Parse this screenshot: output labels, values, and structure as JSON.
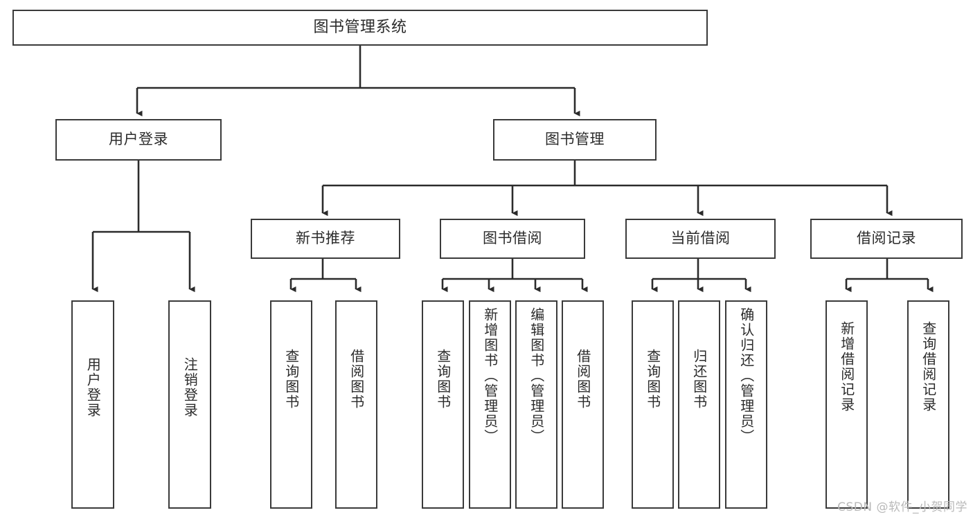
{
  "diagram": {
    "type": "tree-hierarchy",
    "title": "图书管理系统",
    "orientation": "top-down",
    "style": {
      "box_fill": "#ffffff",
      "box_stroke": "#3a3a3a",
      "text_color": "#2b2b2b",
      "connector_color": "#2b2b2b",
      "background": "#ffffff"
    },
    "levels": [
      {
        "level": 0,
        "nodes": [
          {
            "id": "root",
            "label": "图书管理系统",
            "text_direction": "horizontal"
          }
        ]
      },
      {
        "level": 1,
        "nodes": [
          {
            "id": "user-login",
            "label": "用户登录",
            "text_direction": "horizontal",
            "parent": "root"
          },
          {
            "id": "book-manage",
            "label": "图书管理",
            "text_direction": "horizontal",
            "parent": "root"
          }
        ]
      },
      {
        "level": 2,
        "nodes": [
          {
            "id": "new-book-rec",
            "label": "新书推荐",
            "text_direction": "horizontal",
            "parent": "book-manage"
          },
          {
            "id": "book-borrow",
            "label": "图书借阅",
            "text_direction": "horizontal",
            "parent": "book-manage"
          },
          {
            "id": "current-borrow",
            "label": "当前借阅",
            "text_direction": "horizontal",
            "parent": "book-manage"
          },
          {
            "id": "borrow-record",
            "label": "借阅记录",
            "text_direction": "horizontal",
            "parent": "book-manage"
          }
        ]
      },
      {
        "level": 3,
        "nodes": [
          {
            "id": "leaf-user-login",
            "label": "用户登录",
            "text_direction": "vertical",
            "parent": "user-login"
          },
          {
            "id": "leaf-user-logout",
            "label": "注销登录",
            "text_direction": "vertical",
            "parent": "user-login"
          },
          {
            "id": "leaf-query-book-1",
            "label": "查询图书",
            "text_direction": "vertical",
            "parent": "new-book-rec"
          },
          {
            "id": "leaf-borrow-book-1",
            "label": "借阅图书",
            "text_direction": "vertical",
            "parent": "new-book-rec"
          },
          {
            "id": "leaf-query-book-2",
            "label": "查询图书",
            "text_direction": "vertical",
            "parent": "book-borrow"
          },
          {
            "id": "leaf-add-book",
            "label": "新增图书（管理员）",
            "text_direction": "vertical",
            "parent": "book-borrow"
          },
          {
            "id": "leaf-edit-book",
            "label": "编辑图书（管理员）",
            "text_direction": "vertical",
            "parent": "book-borrow"
          },
          {
            "id": "leaf-borrow-book-2",
            "label": "借阅图书",
            "text_direction": "vertical",
            "parent": "book-borrow"
          },
          {
            "id": "leaf-query-book-3",
            "label": "查询图书",
            "text_direction": "vertical",
            "parent": "current-borrow"
          },
          {
            "id": "leaf-return-book",
            "label": "归还图书",
            "text_direction": "vertical",
            "parent": "current-borrow"
          },
          {
            "id": "leaf-confirm-return",
            "label": "确认归还（管理员）",
            "text_direction": "vertical",
            "parent": "current-borrow"
          },
          {
            "id": "leaf-add-record",
            "label": "新增借阅记录",
            "text_direction": "vertical",
            "parent": "borrow-record"
          },
          {
            "id": "leaf-query-record",
            "label": "查询借阅记录",
            "text_direction": "vertical",
            "parent": "borrow-record"
          }
        ]
      }
    ]
  },
  "watermark": {
    "text": "CSDN @软件_小贺同学"
  }
}
